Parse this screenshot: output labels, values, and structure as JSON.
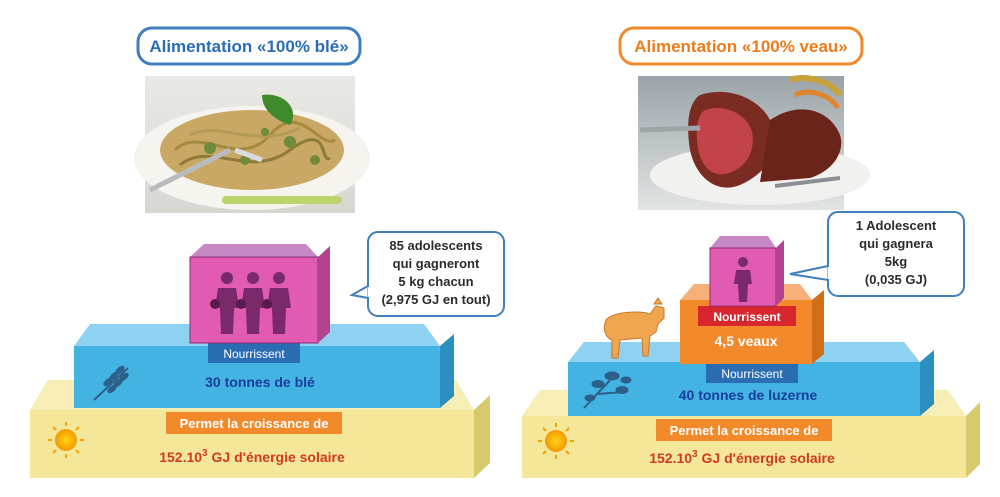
{
  "left": {
    "title": "Alimentation «100% blé»",
    "top_label": "Nourrissent",
    "mid_label": "30 tonnes de blé",
    "base_banner": "Permet la croissance de",
    "base_energy_prefix": "152.10",
    "base_energy_exp": "3",
    "base_energy_suffix": " GJ d'énergie solaire",
    "callout": [
      "85 adolescents",
      "qui gagneront",
      "5 kg chacun",
      "(2,975 GJ en tout)"
    ],
    "photo": "spaghetti-pesto-photo",
    "colors": {
      "title_border": "#3f7fc0",
      "top": "#e25bb3",
      "mid": "#42b3e3",
      "base": "#f4e79a",
      "banner": "#f28a2b"
    }
  },
  "right": {
    "title": "Alimentation «100% veau»",
    "top_label": "Nourrissent",
    "mid_value": "4,5 veaux",
    "mid_label": "Nourrissent",
    "low_label": "40 tonnes de luzerne",
    "base_banner": "Permet la croissance de",
    "base_energy_prefix": "152.10",
    "base_energy_exp": "3",
    "base_energy_suffix": " GJ d'énergie solaire",
    "callout": [
      "1 Adolescent",
      "qui gagnera",
      "5kg",
      "(0,035 GJ)"
    ],
    "photo": "steak-photo",
    "colors": {
      "title_border": "#f28a2b",
      "top": "#e25bb3",
      "mid": "#f28a2b",
      "low": "#42b3e3",
      "base": "#f4e79a",
      "red_label": "#d8262e"
    }
  }
}
